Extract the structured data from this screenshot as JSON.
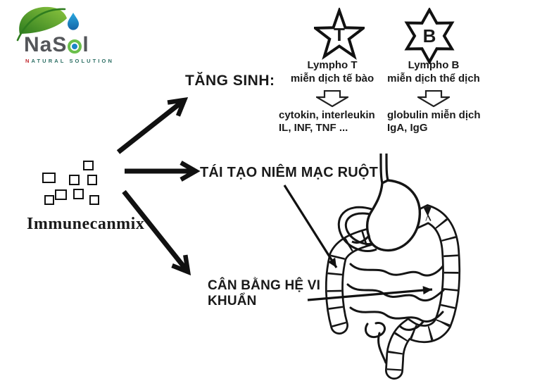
{
  "logo": {
    "brand_left": "NaS",
    "brand_right": "l",
    "tagline_first": "N",
    "tagline_rest": "ATURAL SOLUTION"
  },
  "source": {
    "label": "Immunecanmix"
  },
  "proliferation": {
    "heading": "TĂNG SINH:",
    "t": {
      "symbol": "T",
      "title": "Lympho T",
      "subtitle": "miễn dịch tế bào",
      "line1": "cytokin, interleukin",
      "line2": "IL, INF, TNF ..."
    },
    "b": {
      "symbol": "B",
      "title": "Lympho B",
      "subtitle": "miễn dịch thể dịch",
      "line1": "globulin miễn dịch",
      "line2": "IgA, IgG"
    }
  },
  "mucosa": {
    "label": "TÁI TẠO NIÊM MẠC RUỘT"
  },
  "microbiota": {
    "line1": "CÂN BẰNG HỆ VI",
    "line2": "KHUẨN"
  },
  "colors": {
    "ink": "#1a1a1a",
    "leaf_dark": "#2f7d1f",
    "leaf_light": "#8dc63f",
    "drop_dark": "#1565a8",
    "drop_light": "#2aa9e0",
    "brand_text": "#54565a",
    "ring_green": "#6abf4b",
    "dot_blue": "#1b86c8",
    "tagline_teal": "#2b6e63",
    "tagline_accent_red": "#c1272d"
  }
}
